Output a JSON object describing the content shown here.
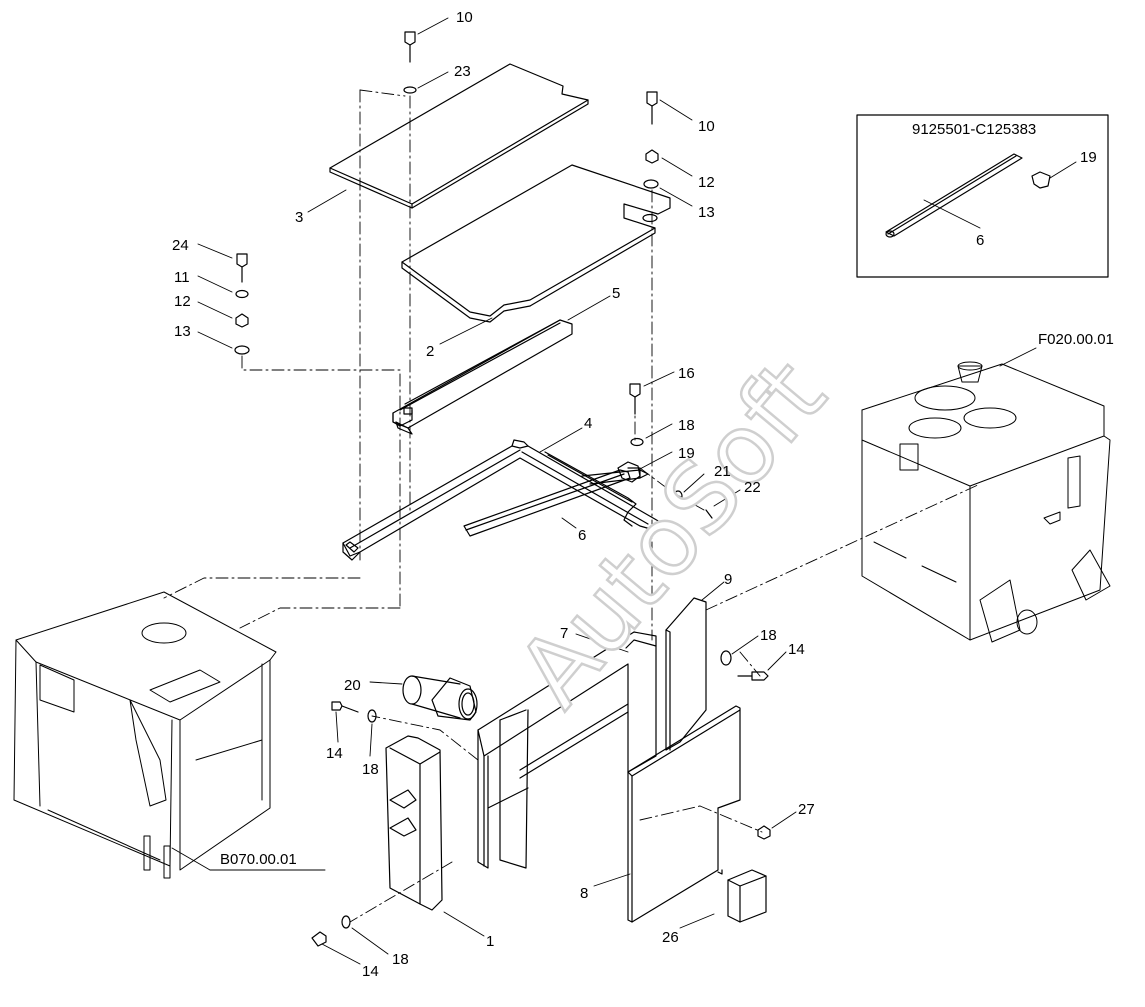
{
  "callouts": {
    "c10a": "10",
    "c23": "23",
    "c10b": "10",
    "c12a": "12",
    "c13a": "13",
    "c3": "3",
    "c24": "24",
    "c11": "11",
    "c12b": "12",
    "c13b": "13",
    "c2": "2",
    "c5": "5",
    "c16": "16",
    "c4": "4",
    "c18a": "18",
    "c19a": "19",
    "c21": "21",
    "c22": "22",
    "c6a": "6",
    "c9": "9",
    "c7": "7",
    "c18b": "18",
    "c14a": "14",
    "c20": "20",
    "c14b": "14",
    "c18c": "18",
    "c27": "27",
    "c8": "8",
    "c26": "26",
    "c1": "1",
    "c14c": "14",
    "c18d": "18",
    "c19b": "19",
    "c6b": "6"
  },
  "inset": {
    "title": "9125501-C125383"
  },
  "references": {
    "tank": "F020.00.01",
    "frame": "B070.00.01"
  },
  "watermark": "AutoSoft"
}
